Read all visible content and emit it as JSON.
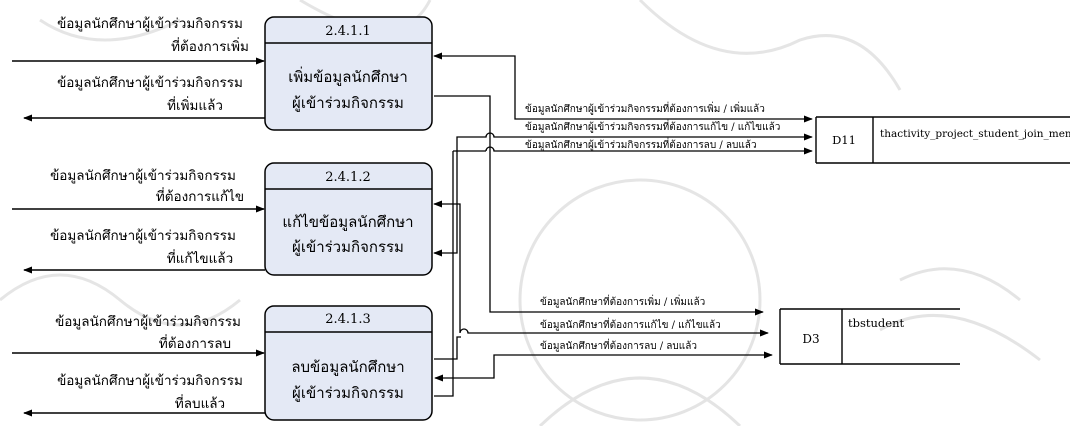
{
  "processes": [
    {
      "id": "2.4.1.1",
      "line1": "เพิ่มข้อมูลนักศึกษา",
      "line2": "ผู้เข้าร่วมกิจกรรม"
    },
    {
      "id": "2.4.1.2",
      "line1": "แก้ไขข้อมูลนักศึกษา",
      "line2": "ผู้เข้าร่วมกิจกรรม"
    },
    {
      "id": "2.4.1.3",
      "line1": "ลบข้อมูลนักศึกษา",
      "line2": "ผู้เข้าร่วมกิจกรรม"
    }
  ],
  "external_flows": [
    {
      "line1": "ข้อมูลนักศึกษาผู้เข้าร่วมกิจกรรม",
      "line2": "ที่ต้องการเพิ่ม"
    },
    {
      "line1": "ข้อมูลนักศึกษาผู้เข้าร่วมกิจกรรม",
      "line2": "ที่เพิ่มแล้ว"
    },
    {
      "line1": "ข้อมูลนักศึกษาผู้เข้าร่วมกิจกรรม",
      "line2": "ที่ต้องการแก้ไข"
    },
    {
      "line1": "ข้อมูลนักศึกษาผู้เข้าร่วมกิจกรรม",
      "line2": "ที่แก้ไขแล้ว"
    },
    {
      "line1": "ข้อมูลนักศึกษาผู้เข้าร่วมกิจกรรม",
      "line2": "ที่ต้องการลบ"
    },
    {
      "line1": "ข้อมูลนักศึกษาผู้เข้าร่วมกิจกรรม",
      "line2": "ที่ลบแล้ว"
    }
  ],
  "datastores": [
    {
      "id": "D11",
      "name": "thactivity_project_student_join_member"
    },
    {
      "id": "D3",
      "name": "tbstudent"
    }
  ],
  "d11_flows": [
    "ข้อมูลนักศึกษาผู้เข้าร่วมกิจกรรมที่ต้องการเพิ่ม / เพิ่มแล้ว",
    "ข้อมูลนักศึกษาผู้เข้าร่วมกิจกรรมที่ต้องการแก้ไข / แก้ไขแล้ว",
    "ข้อมูลนักศึกษาผู้เข้าร่วมกิจกรรมที่ต้องการลบ / ลบแล้ว"
  ],
  "d3_flows": [
    "ข้อมูลนักศึกษาที่ต้องการเพิ่ม / เพิ่มแล้ว",
    "ข้อมูลนักศึกษาที่ต้องการแก้ไข / แก้ไขแล้ว",
    "ข้อมูลนักศึกษาที่ต้องการลบ / ลบแล้ว"
  ],
  "colors": {
    "process_fill": "#e4e9f5",
    "line": "#000000",
    "watermark": "#c9c9c9"
  }
}
